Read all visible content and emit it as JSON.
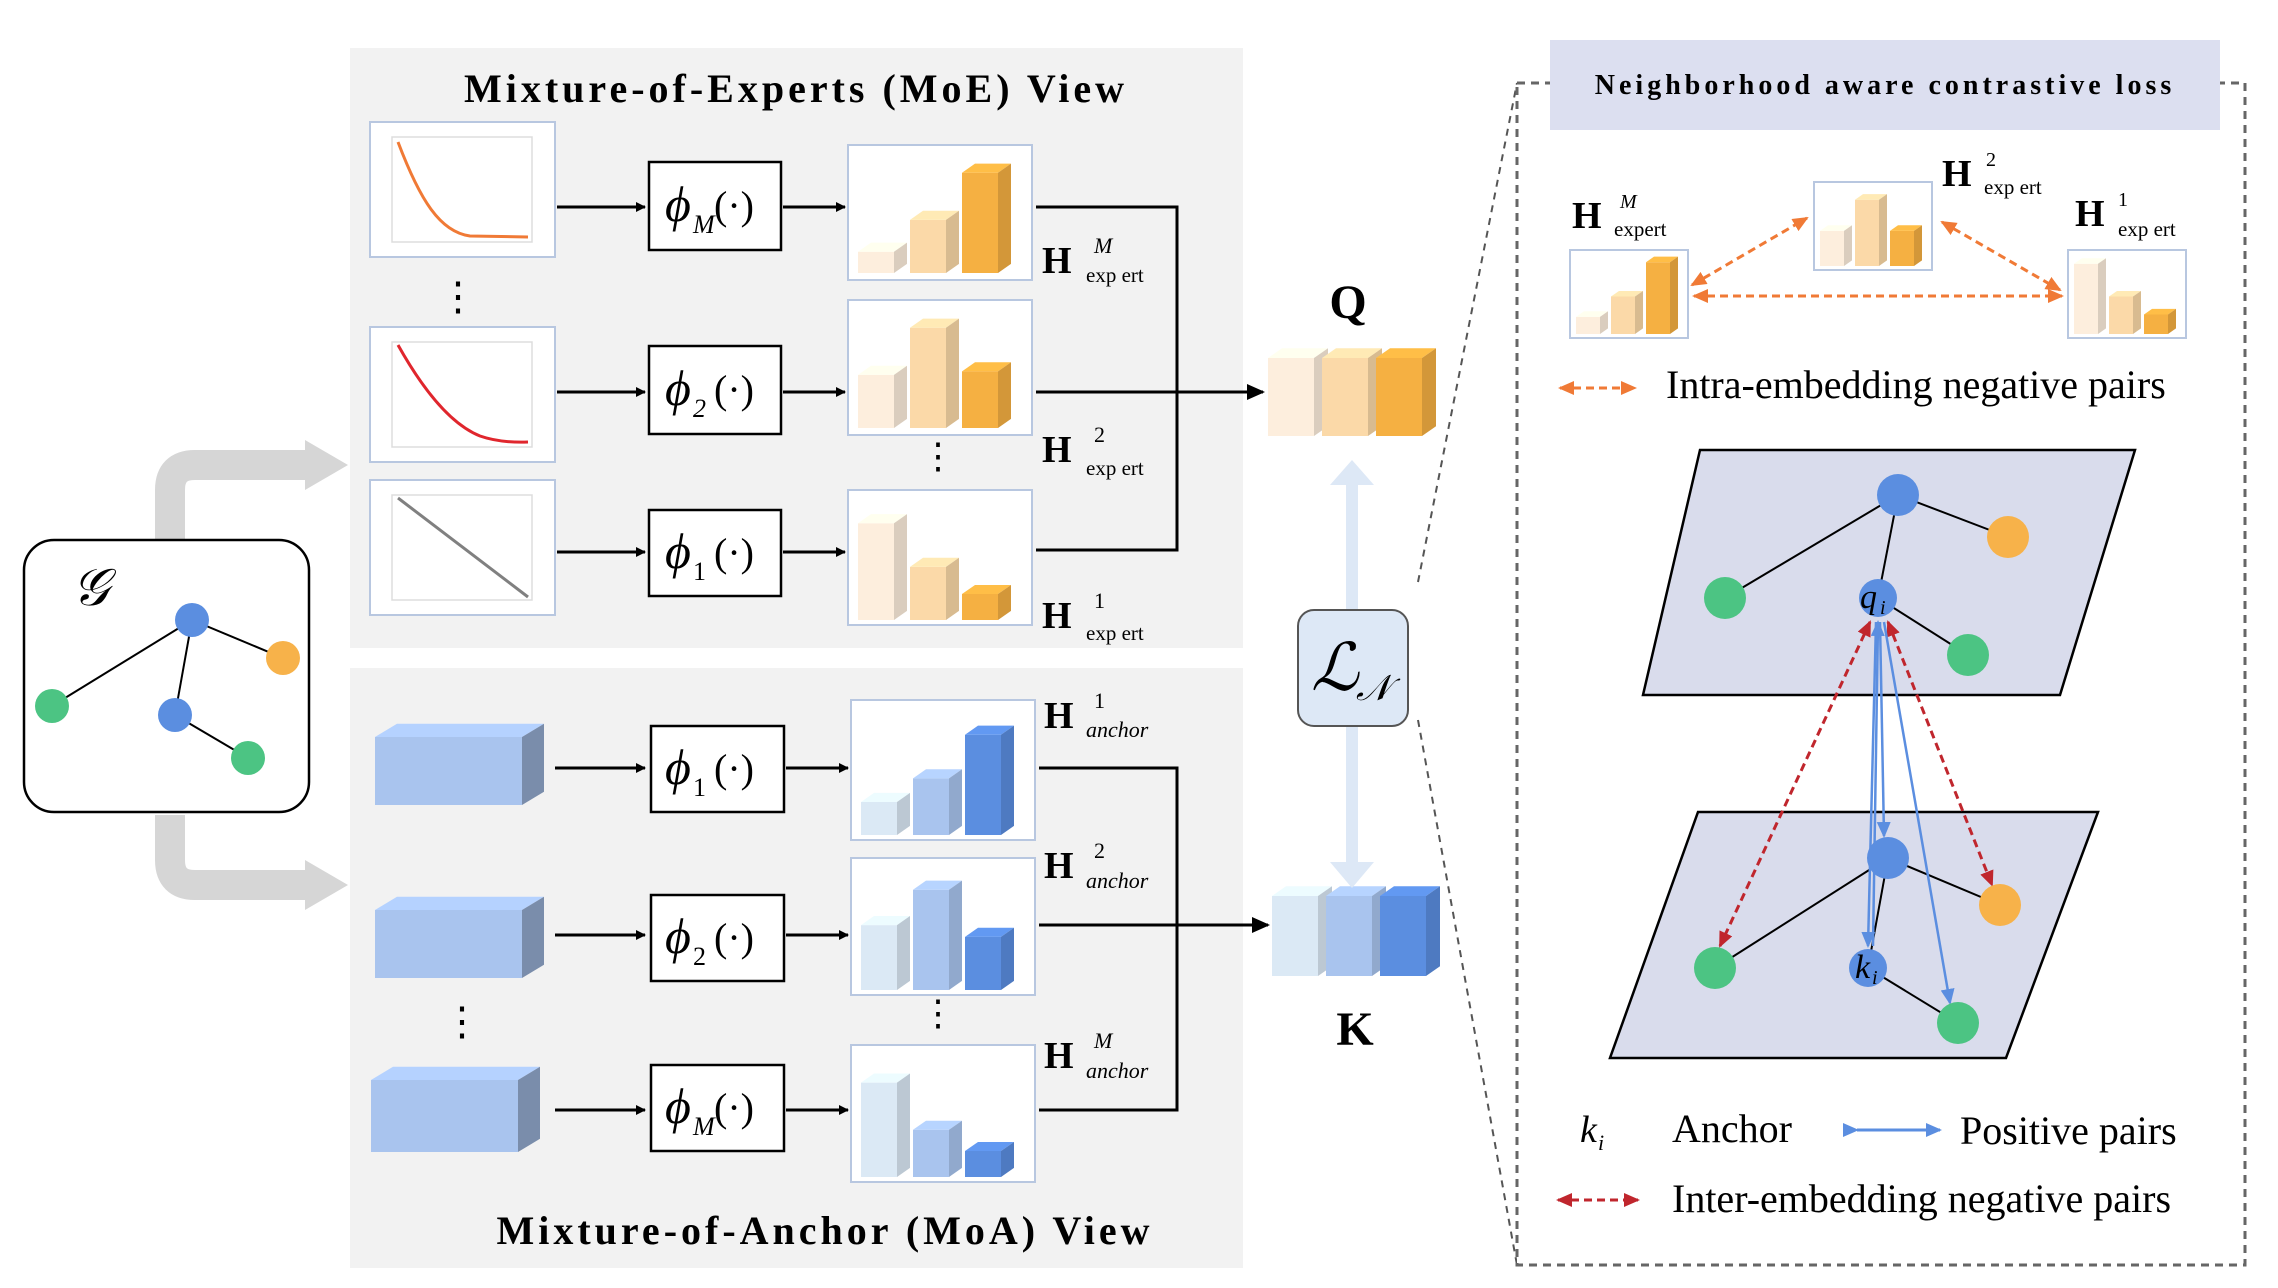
{
  "moe_view": {
    "title": "Mixture-of-Experts (MoE) View",
    "vdots": "⋮",
    "rows": [
      {
        "phi_sub": "M",
        "h_sup": "M",
        "h_sub": "exp ert",
        "curve": "exp-decay"
      },
      {
        "phi_sub": "2",
        "h_sup": "2",
        "h_sub": "exp ert",
        "curve": "quadratic-decay"
      },
      {
        "phi_sub": "1",
        "h_sup": "1",
        "h_sub": "exp ert",
        "curve": "linear-decay"
      }
    ]
  },
  "moa_view": {
    "title": "Mixture-of-Anchor (MoA) View",
    "vdots": "⋮",
    "rows": [
      {
        "phi_sub": "1",
        "h_sup": "1",
        "h_sub": "anchor"
      },
      {
        "phi_sub": "2",
        "h_sup": "2",
        "h_sub": "anchor"
      },
      {
        "phi_sub": "M",
        "h_sup": "M",
        "h_sub": "anchor"
      }
    ]
  },
  "graph_label": "𝒢",
  "phi_symbol": "ϕ",
  "phi_arg": "(·)",
  "h_symbol": "H",
  "q_label": "Q",
  "k_label": "K",
  "loss_label": "ℒ",
  "loss_sub": "𝒩",
  "right_panel": {
    "title": "Neighborhood aware contrastive loss",
    "embeddings": [
      {
        "sup": "M",
        "sub": "expert"
      },
      {
        "sup": "2",
        "sub": "exp ert"
      },
      {
        "sup": "1",
        "sub": "exp ert"
      }
    ],
    "intra_legend": "Intra-embedding negative pairs",
    "node_q": "q",
    "node_k": "k",
    "node_sub": "i",
    "legend_anchor_symbol": "k",
    "legend_anchor_sub": "i",
    "legend_anchor": "Anchor",
    "legend_positive": "Positive pairs",
    "legend_inter": "Inter-embedding negative pairs"
  },
  "colors": {
    "orange_light": "#fdeedd",
    "orange_mid": "#fbd9a8",
    "orange_dark": "#f5b042",
    "blue_light": "#dbe9f5",
    "blue_mid": "#a9c4ee",
    "blue_dark": "#5b8ee0",
    "node_blue": "#5b8ee0",
    "node_green": "#4cc483",
    "node_orange": "#f7b24a",
    "red_arrow": "#c0262d",
    "orange_arrow": "#f07a36",
    "blue_arrow": "#5b8ee0",
    "panel_bg": "#f2f2f2",
    "plane_bg": "#d9dcec"
  }
}
